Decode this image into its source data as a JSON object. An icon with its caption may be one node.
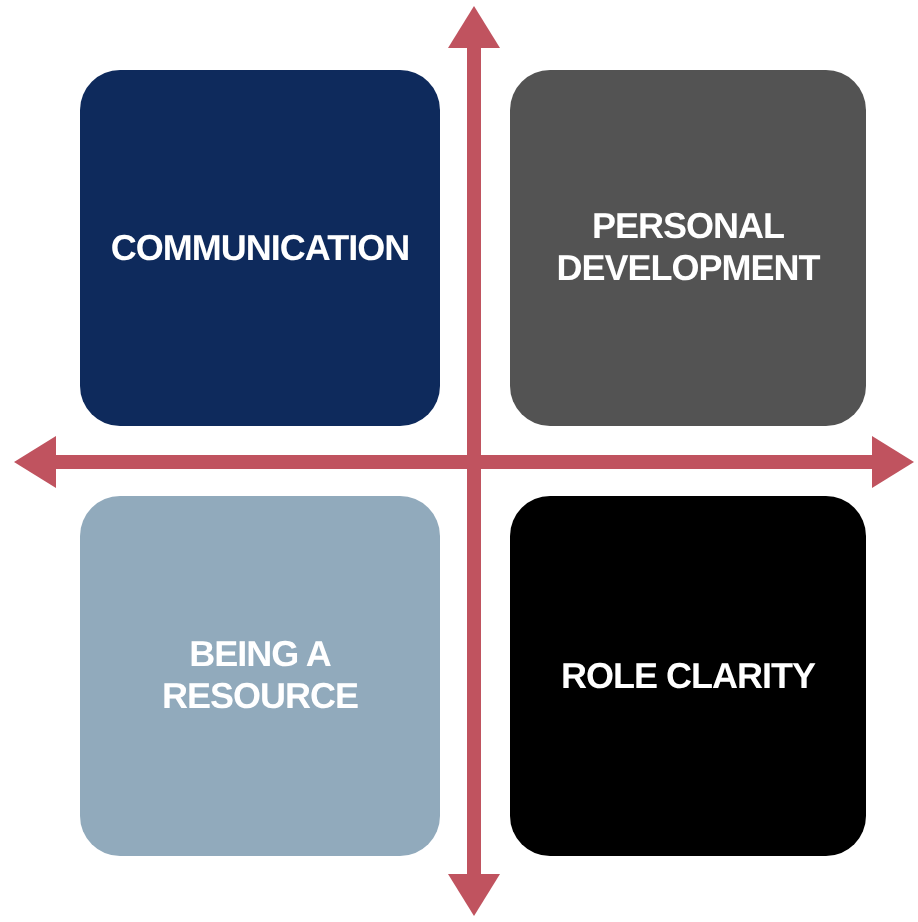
{
  "diagram": {
    "nodes": [
      {
        "text": [
          "COMMUNICATION"
        ]
      },
      {
        "text": [
          "PERSONAL DEVELOPMENT"
        ]
      },
      {
        "text": [
          "BEING A RESOURCE"
        ]
      },
      {
        "text": [
          "ROLE CLARITY"
        ]
      }
    ]
  }
}
